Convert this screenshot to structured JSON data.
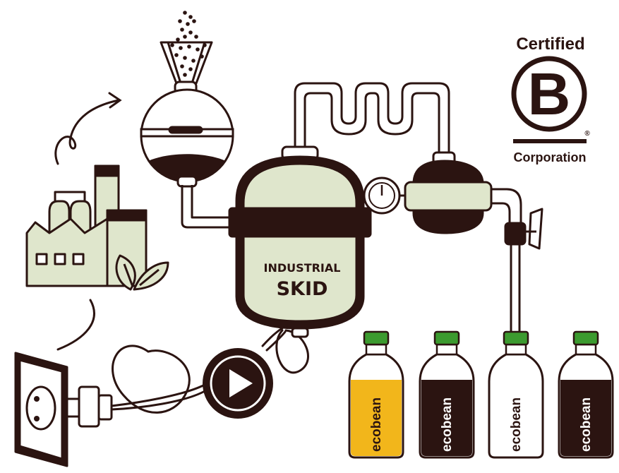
{
  "certification": {
    "top_text": "Certified",
    "letter": "B",
    "bottom_text": "Corporation",
    "registered_mark": "®"
  },
  "skid": {
    "line1": "INDUSTRIAL",
    "line2": "SKID"
  },
  "bottles": [
    {
      "brand": "ecobean",
      "fill": "amber"
    },
    {
      "brand": "ecobean",
      "fill": "dark"
    },
    {
      "brand": "ecobean",
      "fill": "empty"
    },
    {
      "brand": "ecobean",
      "fill": "dark"
    }
  ],
  "colors": {
    "ink": "#2b1411",
    "sage": "#dfe6cc",
    "amber": "#f2b61b",
    "dark_liquid": "#2b1411",
    "cap_green": "#3c9a2f",
    "background": "#ffffff"
  },
  "icons": [
    "factory-icon",
    "leaf-icon",
    "power-outlet-icon",
    "plug-icon",
    "play-icon",
    "pressure-gauge-icon",
    "valve-icon",
    "funnel-icon",
    "arrow-icon"
  ]
}
